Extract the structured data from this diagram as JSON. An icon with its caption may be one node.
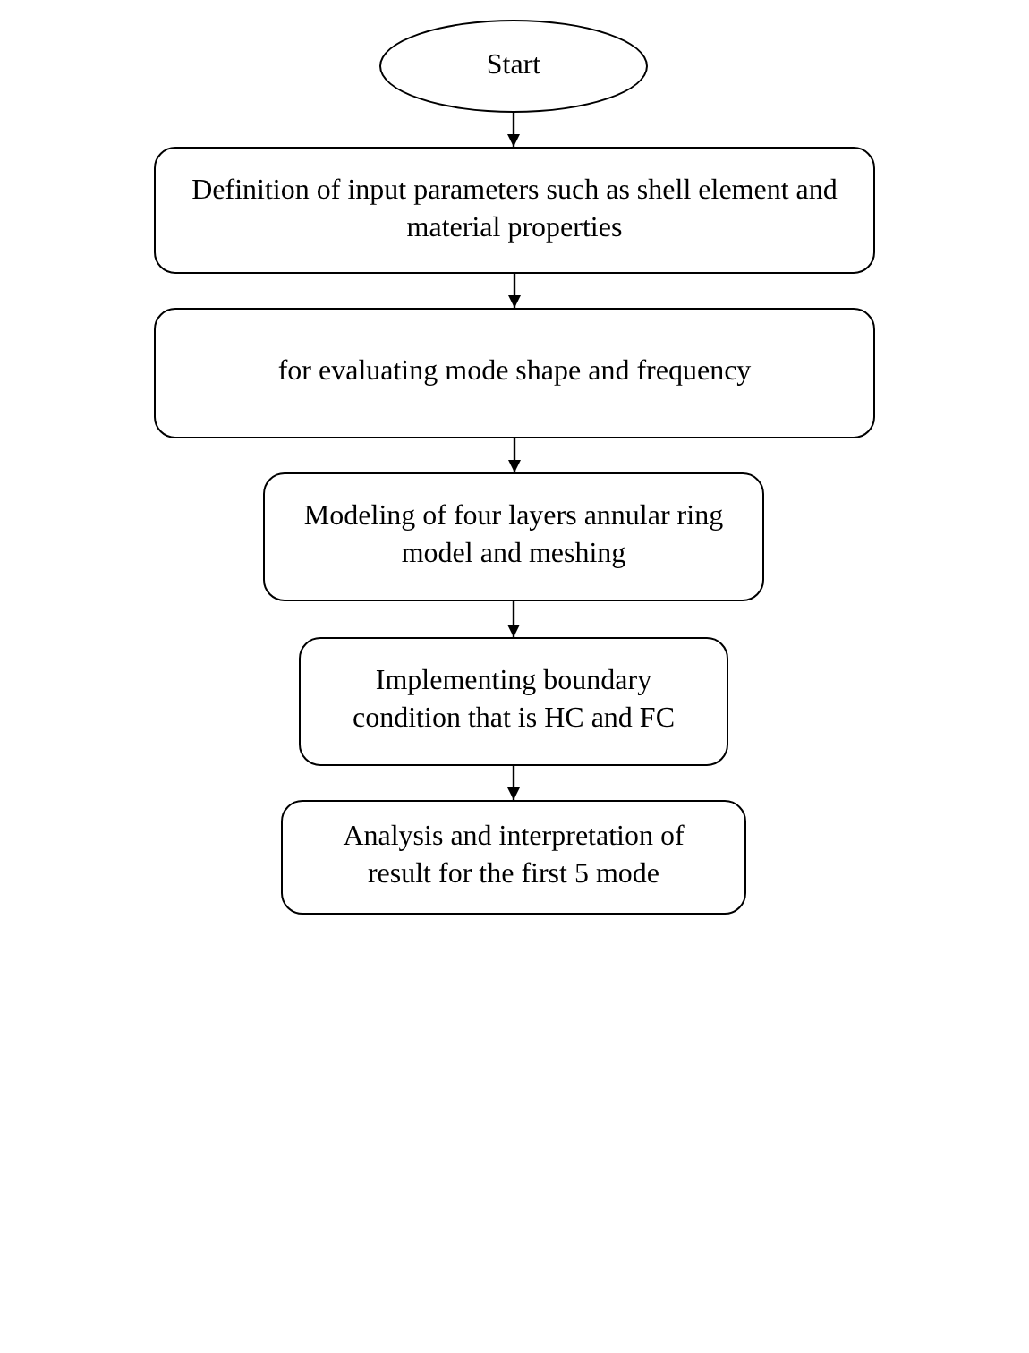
{
  "diagram": {
    "nodes": [
      {
        "text": [
          "Start"
        ]
      },
      {
        "text": [
          "Definition of input parameters such as shell element and material properties"
        ]
      },
      {
        "text": [
          "for evaluating mode shape and frequency"
        ]
      },
      {
        "text": [
          "Modeling of four layers annular ring model and meshing"
        ]
      },
      {
        "text": [
          "Implementing boundary condition that is HC and FC"
        ]
      },
      {
        "text": [
          "Analysis and interpretation of result for the first 5 mode"
        ]
      }
    ],
    "edges": [
      {
        "from": 0,
        "to": 1,
        "arrow": "to"
      },
      {
        "from": 1,
        "to": 2,
        "arrow": "to"
      },
      {
        "from": 2,
        "to": 3,
        "arrow": "to"
      },
      {
        "from": 3,
        "to": 4,
        "arrow": "to"
      },
      {
        "from": 4,
        "to": 5,
        "arrow": "to"
      }
    ]
  }
}
